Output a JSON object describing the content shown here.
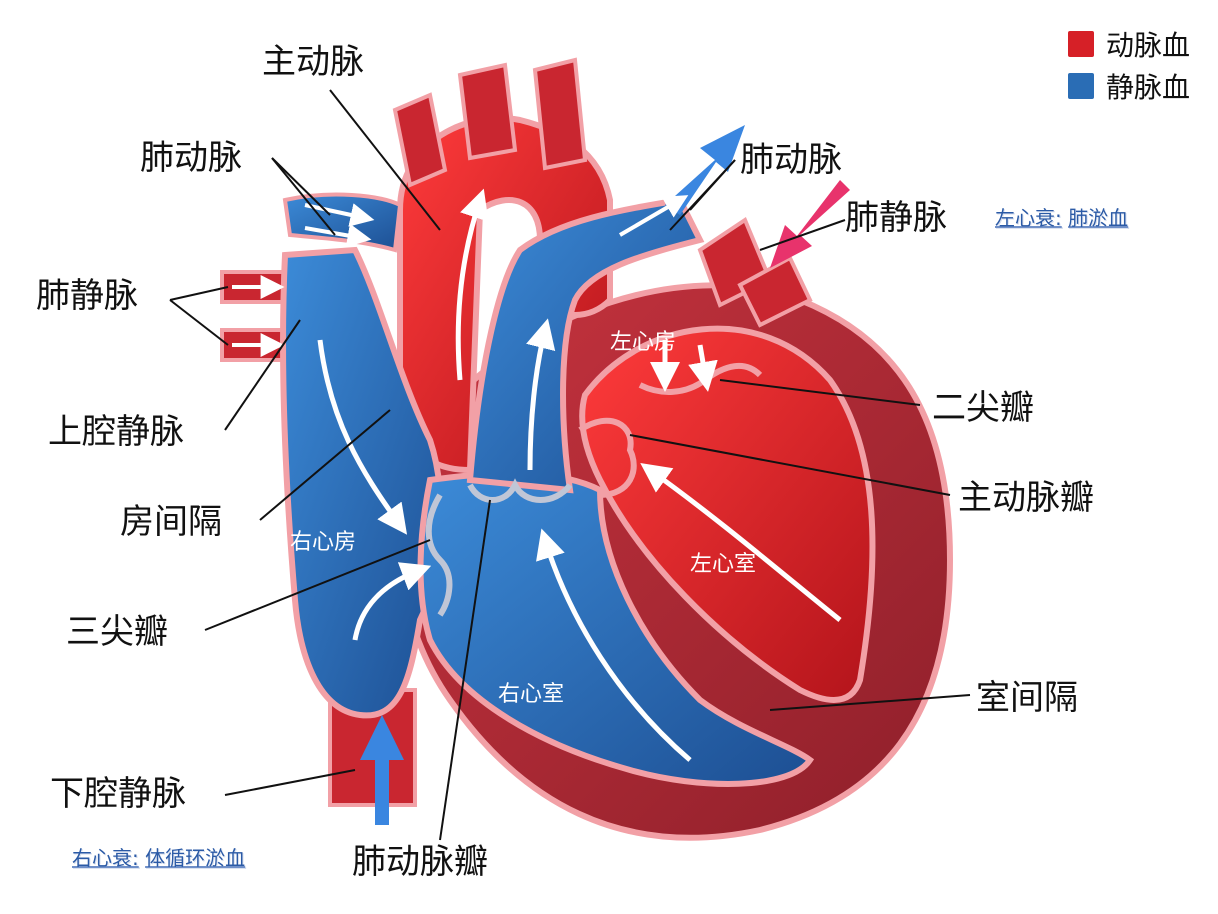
{
  "legend": {
    "items": [
      {
        "label": "动脉血",
        "color": "#d62027"
      },
      {
        "label": "静脉血",
        "color": "#2a6db5"
      }
    ]
  },
  "labels": {
    "aorta": "主动脉",
    "pulmonary_artery_left": "肺动脉",
    "pulmonary_artery_right": "肺动脉",
    "pulmonary_vein_left": "肺静脉",
    "pulmonary_vein_right": "肺静脉",
    "superior_vena_cava": "上腔静脉",
    "atrial_septum": "房间隔",
    "tricuspid_valve": "三尖瓣",
    "inferior_vena_cava": "下腔静脉",
    "pulmonary_valve": "肺动脉瓣",
    "mitral_valve": "二尖瓣",
    "aortic_valve": "主动脉瓣",
    "ventricular_septum": "室间隔"
  },
  "chambers": {
    "right_atrium": "右心房",
    "right_ventricle": "右心室",
    "left_atrium": "左心房",
    "left_ventricle": "左心室"
  },
  "notes": {
    "left_heart_failure": {
      "prefix": "左心衰:",
      "value": "肺淤血"
    },
    "right_heart_failure": {
      "prefix": "右心衰:",
      "value": "体循环淤血"
    }
  },
  "colors": {
    "arterial": "#d62027",
    "venous": "#2a6db5",
    "outline": "#f2a0a6"
  }
}
